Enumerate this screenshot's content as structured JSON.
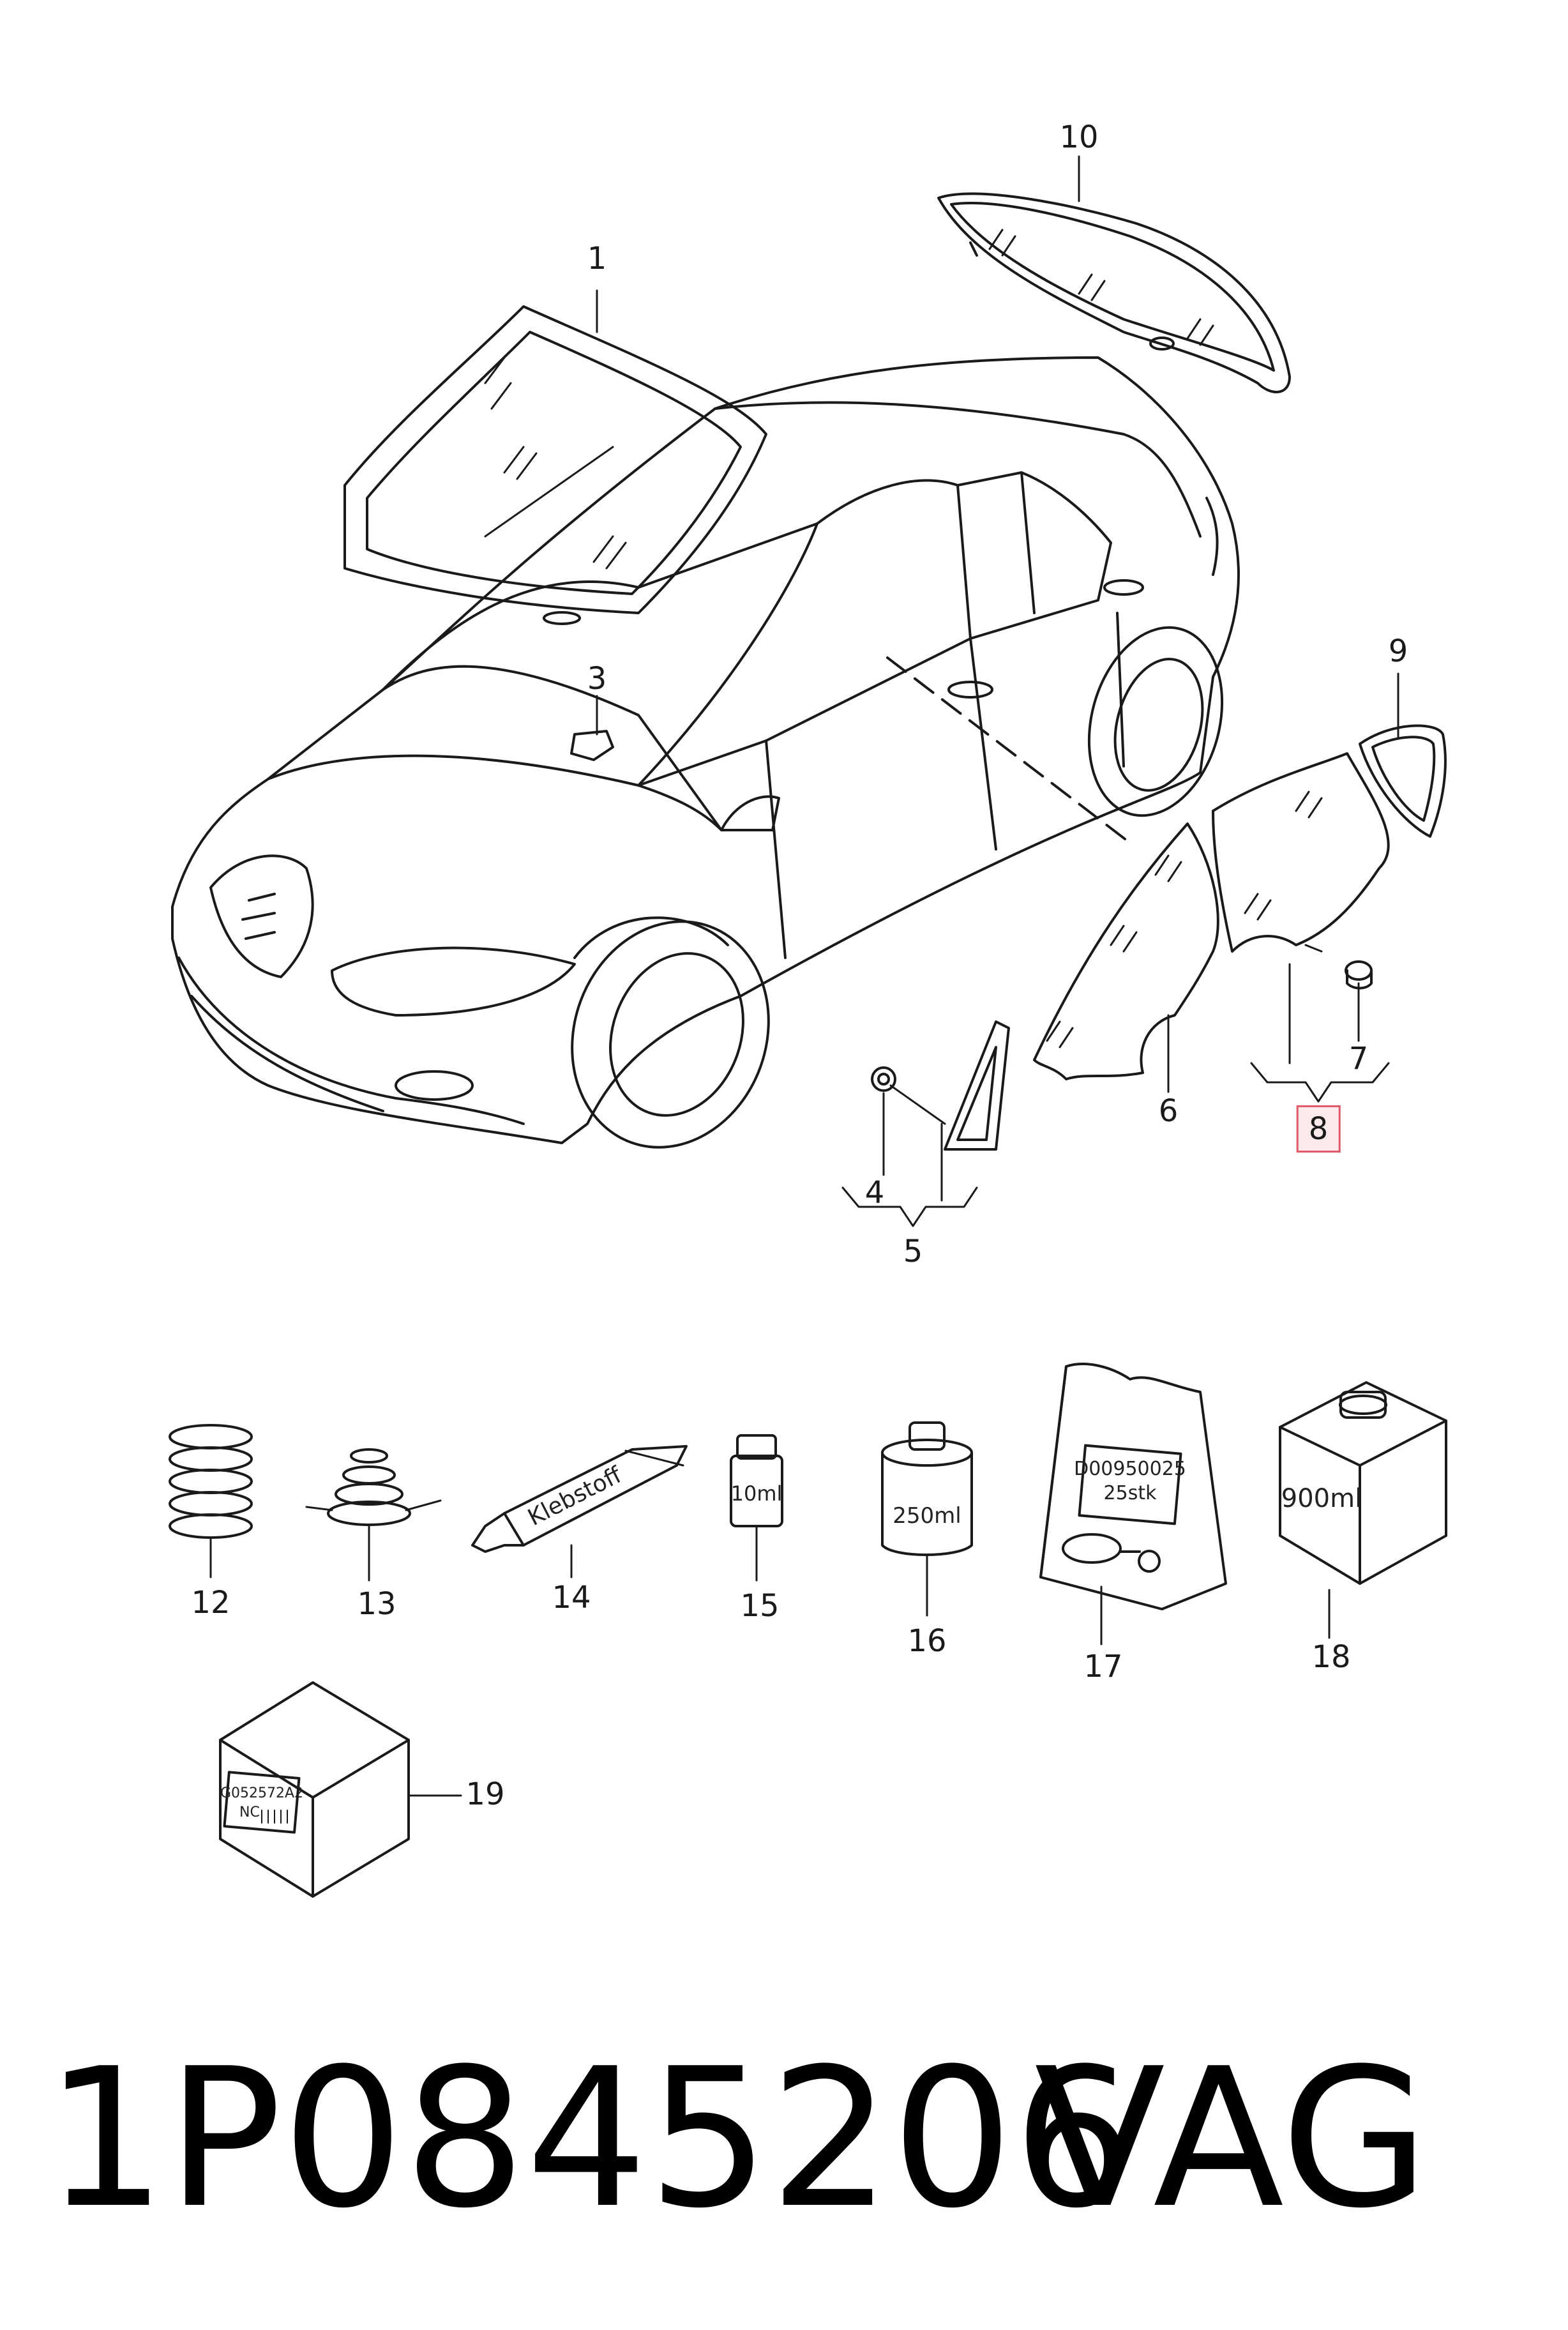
{
  "callouts": {
    "c1": "1",
    "c3": "3",
    "c4": "4",
    "c5": "5",
    "c6": "6",
    "c7": "7",
    "c8": "8",
    "c9": "9",
    "c10": "10",
    "c12": "12",
    "c13": "13",
    "c14": "14",
    "c15": "15",
    "c16": "16",
    "c17": "17",
    "c18": "18",
    "c19": "19"
  },
  "highlighted_callout": "8",
  "product_labels": {
    "tube": "Klebstoff",
    "bottle_small": "10ml",
    "bottle_medium": "250ml",
    "bag_code": "D00950025",
    "bag_count": "25stk",
    "cube": "900ml",
    "box_code": "G052572A2",
    "box_nc": "NC"
  },
  "footer": {
    "part_number": "1P0845206",
    "brand": "VAG"
  },
  "colors": {
    "highlight_border": "#e05a6a",
    "highlight_fill": "#fbe9ec"
  }
}
